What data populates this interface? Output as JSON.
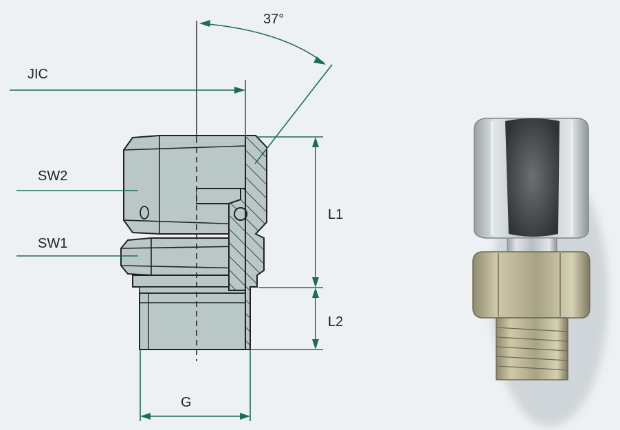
{
  "labels": {
    "angle": "37°",
    "jic": "JIC",
    "sw2": "SW2",
    "sw1": "SW1",
    "l1": "L1",
    "l2": "L2",
    "g": "G"
  },
  "colors": {
    "background": "#edf1f4",
    "line": "#1d6b58",
    "outline": "#222222",
    "metal": "#b9c7c6",
    "metal_dark": "#9eadad"
  }
}
